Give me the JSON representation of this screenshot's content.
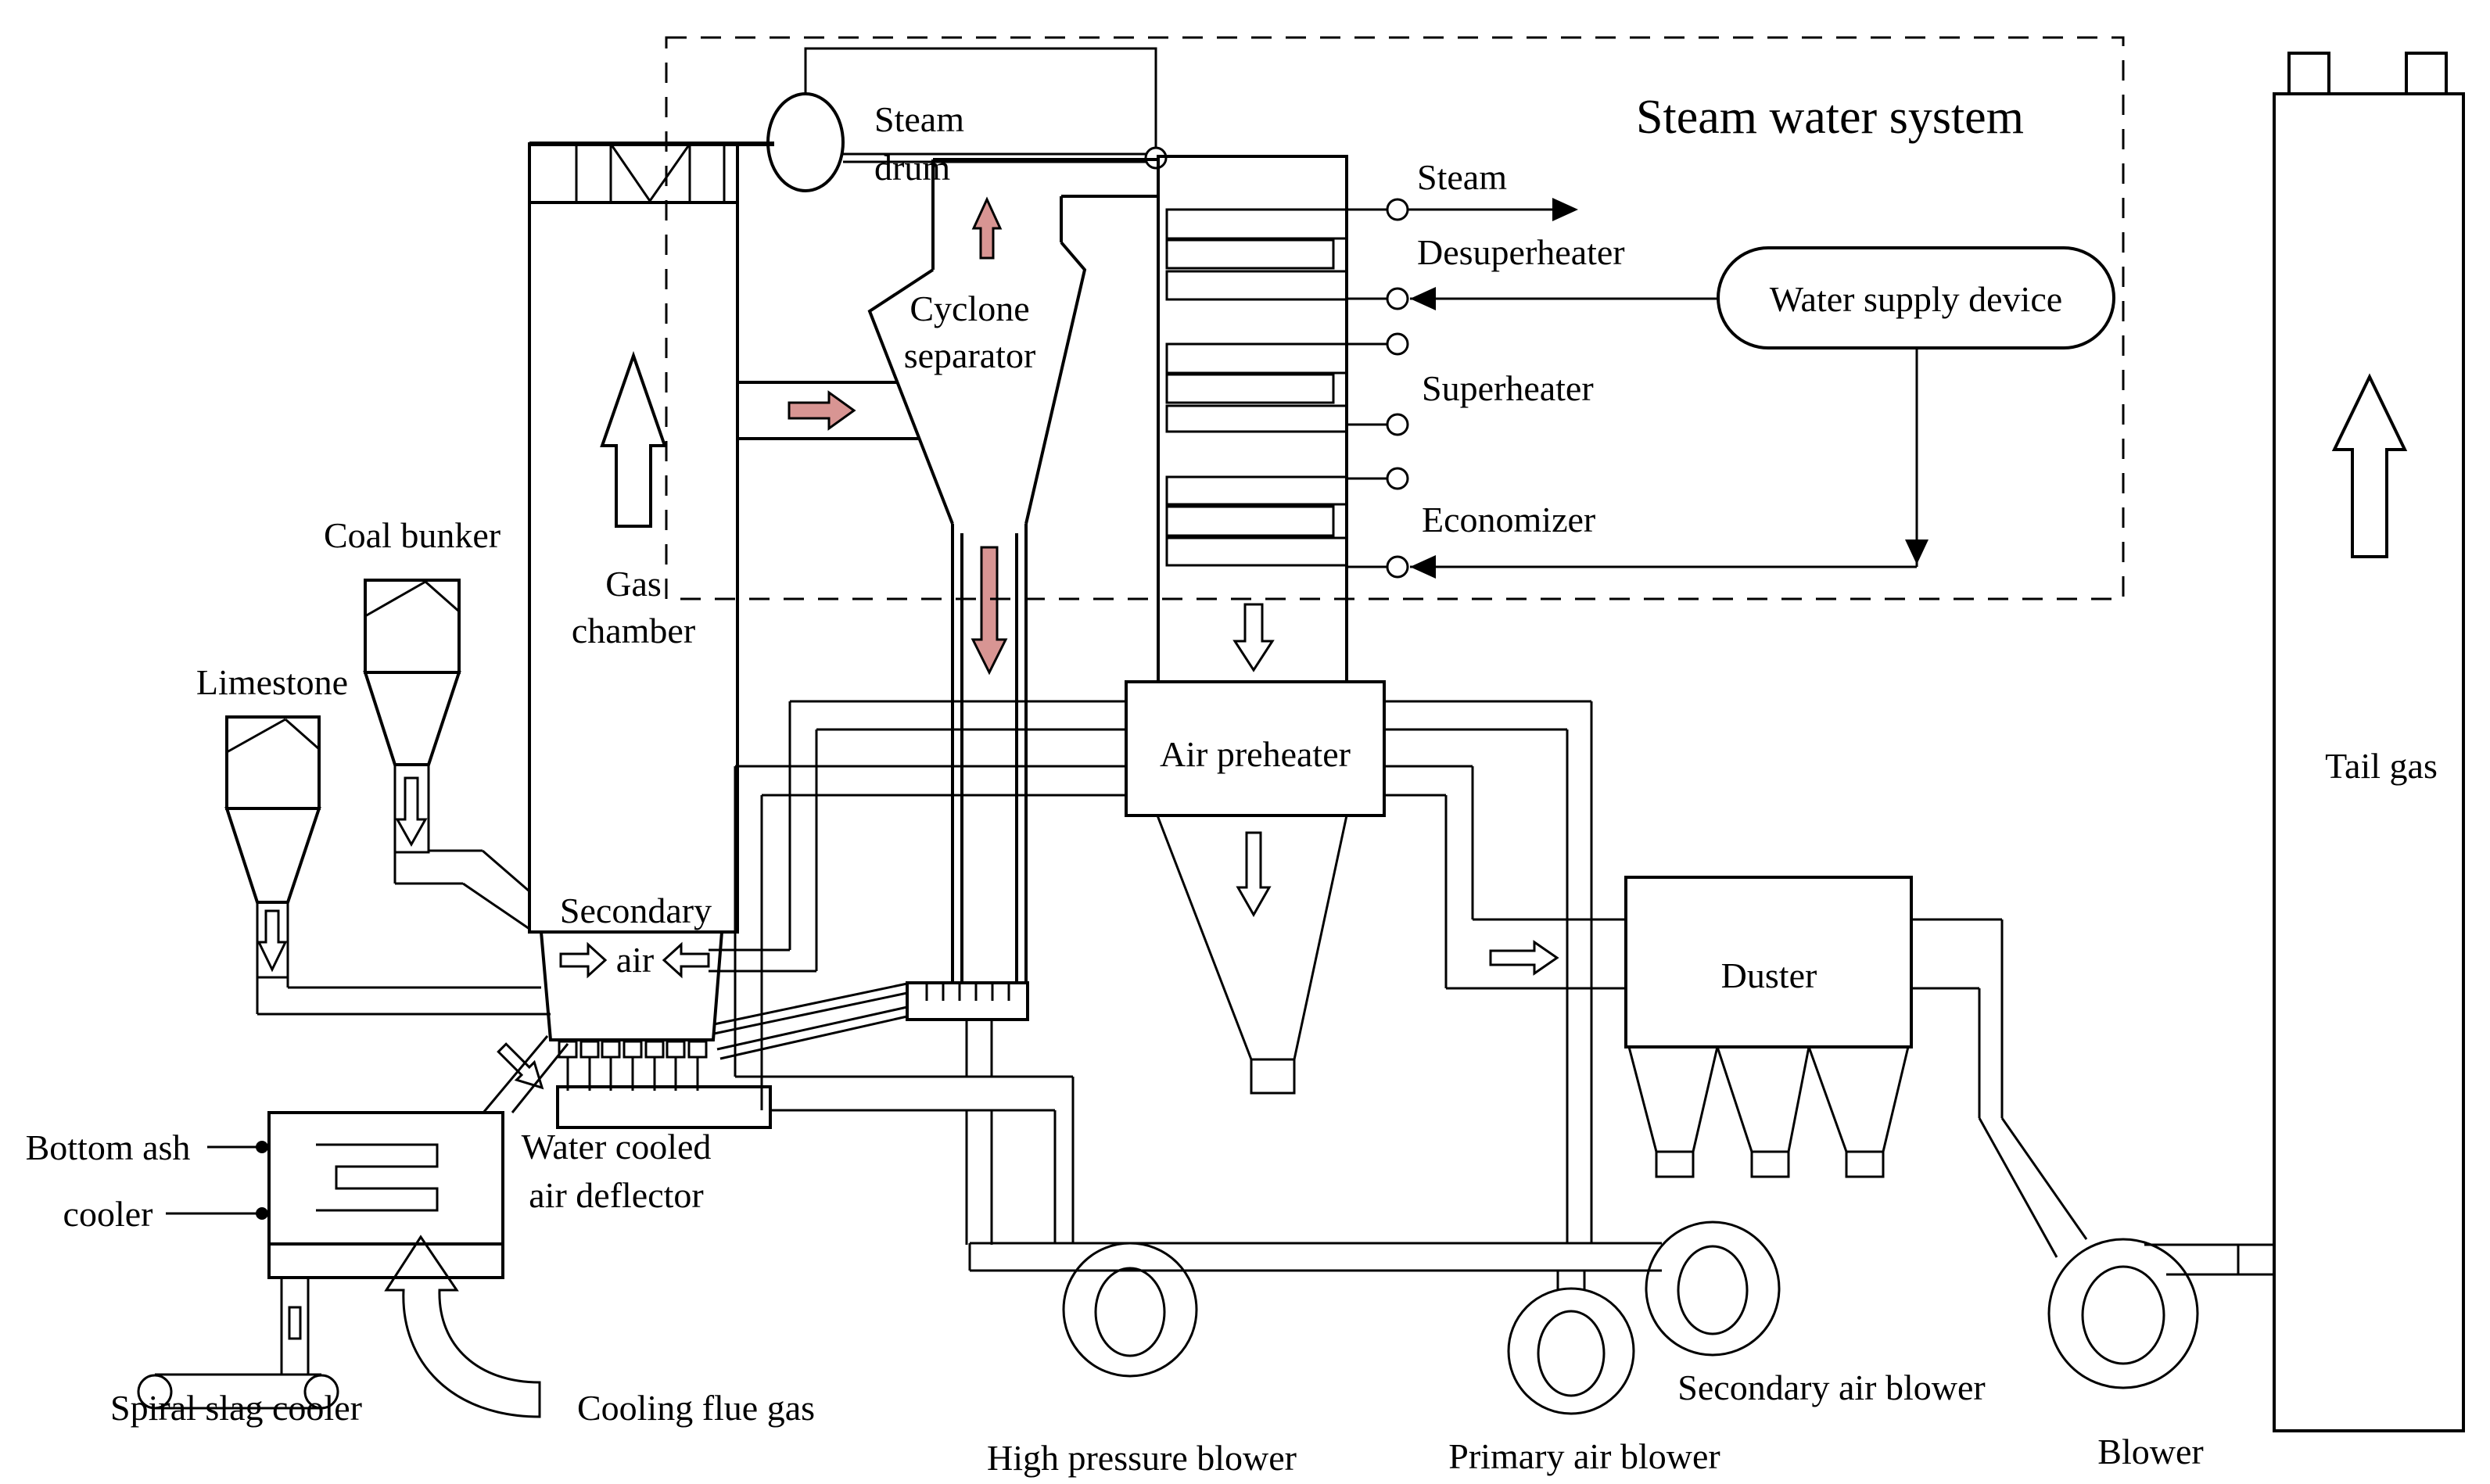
{
  "title": "Steam water system",
  "labels": {
    "steam_drum": [
      "Steam",
      "drum"
    ],
    "gas_chamber": [
      "Gas",
      "chamber"
    ],
    "cyclone": [
      "Cyclone",
      "separator"
    ],
    "secondary_air": [
      "Secondary",
      "air"
    ],
    "coal_bunker": "Coal bunker",
    "limestone": "Limestone",
    "water_cooled_deflector": [
      "Water cooled",
      "air deflector"
    ],
    "bottom_ash_cooler": [
      "Bottom ash",
      "cooler"
    ],
    "spiral_slag_cooler": "Spiral slag cooler",
    "cooling_flue_gas": "Cooling flue gas",
    "high_pressure_blower": "High pressure blower",
    "primary_air_blower": "Primary air blower",
    "secondary_air_blower": "Secondary air blower",
    "blower": "Blower",
    "air_preheater": "Air preheater",
    "duster": "Duster",
    "tail_gas": "Tail gas",
    "water_supply_device": "Water supply device",
    "steam_port": "Steam",
    "desuperheater": "Desuperheater",
    "superheater": "Superheater",
    "economizer": "Economizer"
  },
  "colors": {
    "pink": "#d89593",
    "blue": "#8db3e2",
    "gray": "#bfbfbf",
    "green": "#c3d69b",
    "orange": "#fbc08c",
    "line": "#000000"
  }
}
